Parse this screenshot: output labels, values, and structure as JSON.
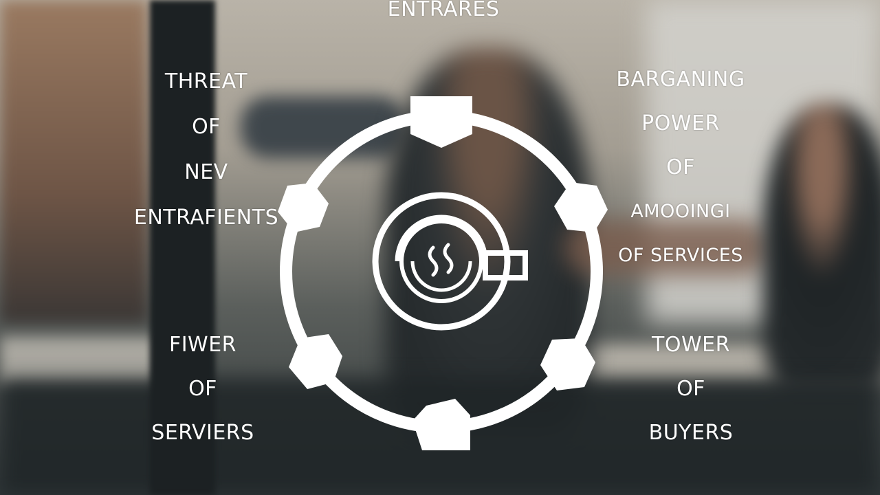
{
  "diagram": {
    "top_label": "ENTRARES",
    "center_icon": "coffee-cup-icon",
    "forces": {
      "top_left": {
        "lines": [
          "THREAT",
          "OF",
          "NEV",
          "ENTRAFIENTS"
        ]
      },
      "top_right": {
        "lines": [
          "BARGANING",
          "POWER",
          "OF",
          "AMOOINGI",
          "OF SERVICES"
        ]
      },
      "bottom_left": {
        "lines": [
          "FIWER",
          "OF",
          "SERVIERS"
        ]
      },
      "bottom_right": {
        "lines": [
          "TOWER",
          "OF",
          "BUYERS"
        ]
      }
    },
    "colors": {
      "ring": "#ffffff",
      "text": "#ffffff"
    }
  }
}
